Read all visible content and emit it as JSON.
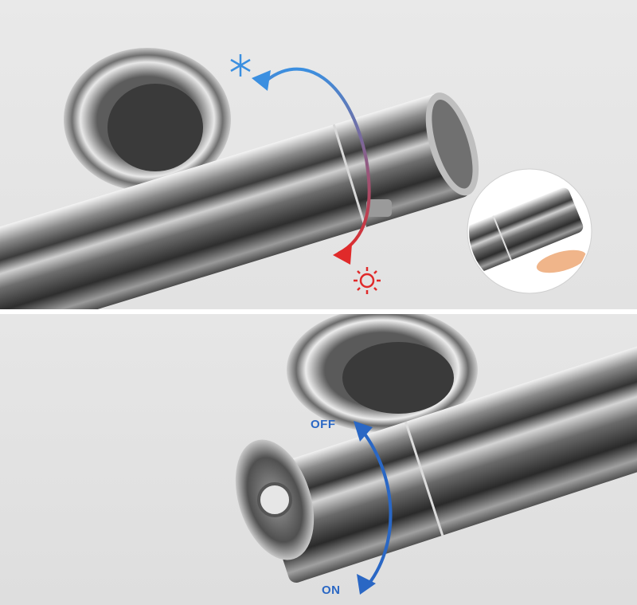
{
  "panels": {
    "top": {
      "rotation": {
        "cold_direction": "counter-clockwise",
        "hot_direction": "clockwise"
      },
      "colors": {
        "cold": "#3b8fe0",
        "hot": "#e02a2a"
      },
      "icons": [
        "snowflake-icon",
        "sun-icon"
      ]
    },
    "bottom": {
      "labels": {
        "off": "OFF",
        "on": "ON"
      },
      "colors": {
        "arrow": "#2a67c4"
      }
    }
  }
}
